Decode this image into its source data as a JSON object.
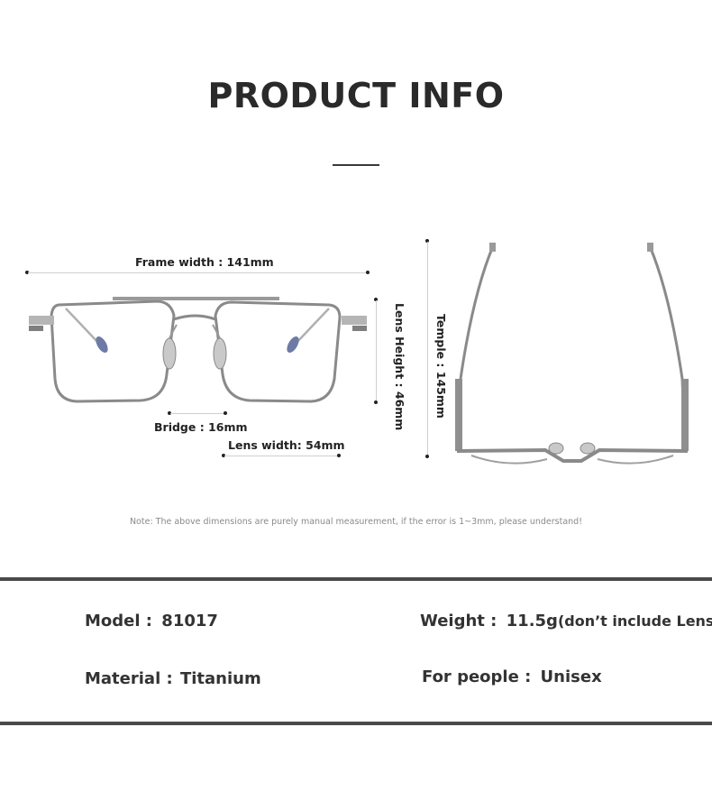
{
  "page": {
    "title": "PRODUCT INFO"
  },
  "dimensions": {
    "frame_width": "Frame width : 141mm",
    "lens_height": "Lens Height : 46mm",
    "bridge": "Bridge : 16mm",
    "lens_width": "Lens width: 54mm",
    "temple": "Temple : 145mm"
  },
  "note": "Note: The above dimensions are purely manual measurement, if the error is 1~3mm, please understand!",
  "specs": {
    "model_label": "Model :",
    "model_value": "81017",
    "weight_label": "Weight :",
    "weight_value": "11.5g",
    "weight_note": "(don’t include Lens)",
    "material_label": "Material :",
    "material_value": "Titanium",
    "people_label": "For people :",
    "people_value": "Unisex"
  },
  "colors": {
    "frame_metal": "#8c8c8c",
    "rule": "#4a4a4a",
    "text": "#2b2b2b"
  }
}
